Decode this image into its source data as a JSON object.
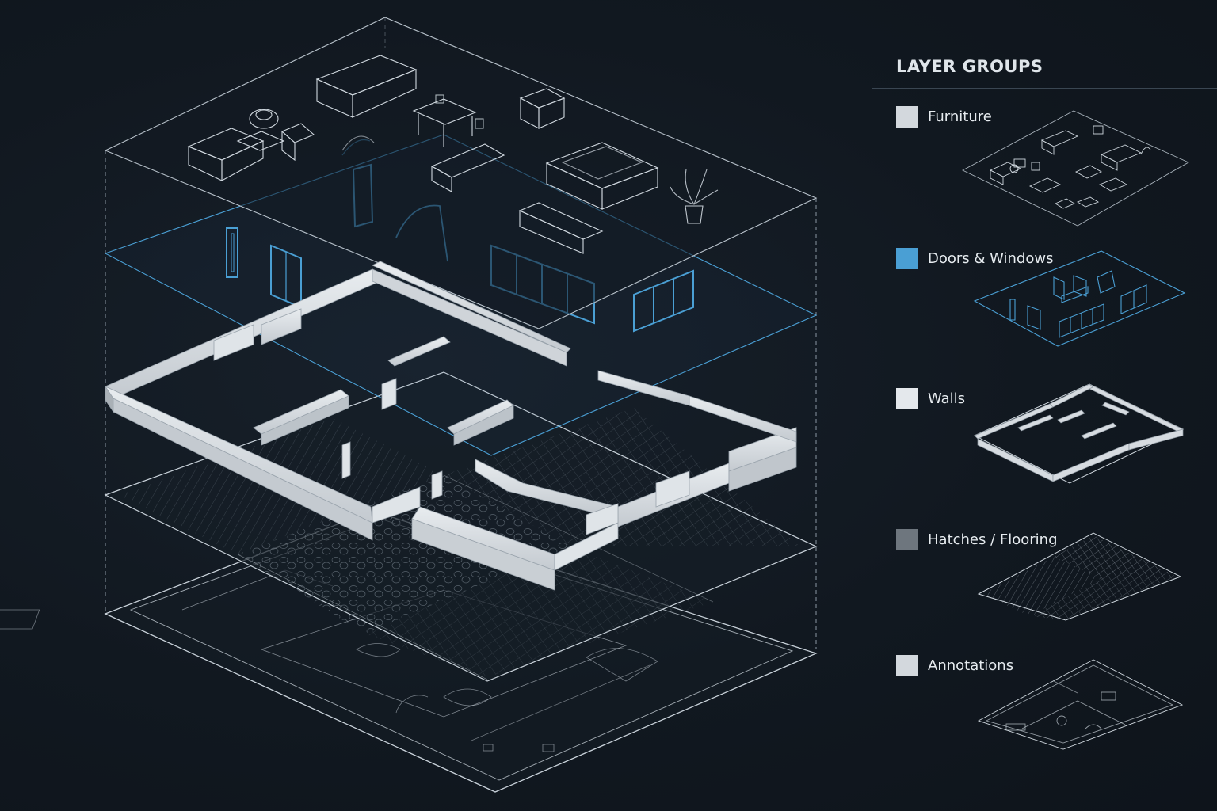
{
  "panel": {
    "title": "LAYER GROUPS"
  },
  "colors": {
    "background": "#111820",
    "line": "#c9d2da",
    "accent_blue": "#4a9fd4",
    "wall_fill": "#d2d7dc",
    "panel_rule": "#3a4652"
  },
  "layers": [
    {
      "key": "furniture",
      "label": "Furniture",
      "swatch": "#d3d8dd",
      "icon": "furniture-layer-thumbnail"
    },
    {
      "key": "doors_windows",
      "label": "Doors & Windows",
      "swatch": "#4a9fd4",
      "icon": "doors-windows-layer-thumbnail"
    },
    {
      "key": "walls",
      "label": "Walls",
      "swatch": "#e4e8ec",
      "icon": "walls-layer-thumbnail"
    },
    {
      "key": "hatches",
      "label": "Hatches / Flooring",
      "swatch": "#6e767e",
      "icon": "hatches-layer-thumbnail"
    },
    {
      "key": "annotations",
      "label": "Annotations",
      "swatch": "#d3d8dd",
      "icon": "annotations-layer-thumbnail"
    }
  ]
}
